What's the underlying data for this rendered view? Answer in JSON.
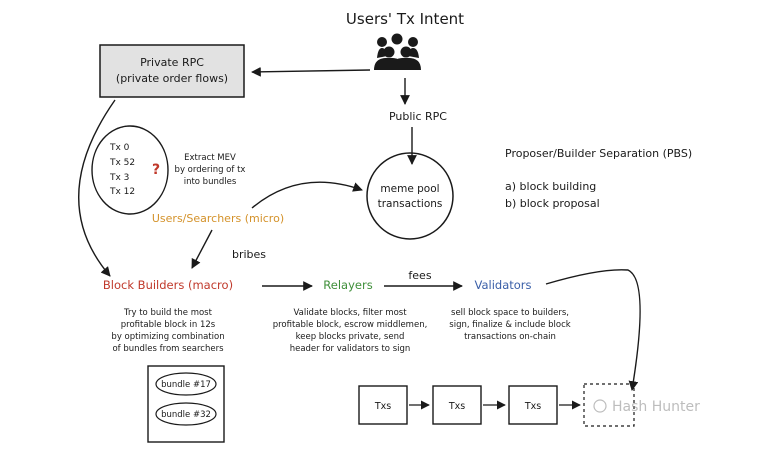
{
  "title": "Users' Tx Intent",
  "private_rpc": {
    "line1": "Private RPC",
    "line2": "(private order flows)"
  },
  "public_rpc": "Public RPC",
  "tx_list": [
    "Tx 0",
    "Tx 52",
    "Tx 3",
    "Tx 12"
  ],
  "question_mark": "?",
  "extract_mev": [
    "Extract MEV",
    "by ordering of tx",
    "into bundles"
  ],
  "mempool": [
    "meme pool",
    "transactions"
  ],
  "pbs": {
    "title": "Proposer/Builder Separation (PBS)",
    "items": [
      "a) block building",
      "b) block proposal"
    ]
  },
  "searchers": "Users/Searchers (micro)",
  "bribes": "bribes",
  "block_builders": {
    "label": "Block Builders (macro)",
    "desc": [
      "Try to build the most",
      "profitable block in 12s",
      "by optimizing combination",
      "of bundles from searchers"
    ]
  },
  "relayers": {
    "label": "Relayers",
    "desc": [
      "Validate blocks, filter most",
      "profitable block, escrow middlemen,",
      "keep blocks private, send",
      "header for validators to sign"
    ]
  },
  "fees": "fees",
  "validators": {
    "label": "Validators",
    "desc": [
      "sell block space to builders,",
      "sign, finalize & include block",
      "transactions on-chain"
    ]
  },
  "bundles": [
    "bundle #17",
    "bundle #32"
  ],
  "txs_blocks": [
    "Txs",
    "Txs",
    "Txs"
  ],
  "watermark": "Hash Hunter",
  "colors": {
    "ink": "#1a1a1a",
    "searchers": "#d4922a",
    "builders": "#c0392b",
    "relayers": "#3f8f3a",
    "validators": "#3a5fa8",
    "question": "#c0392b",
    "private_fill": "#e2e2e2"
  }
}
